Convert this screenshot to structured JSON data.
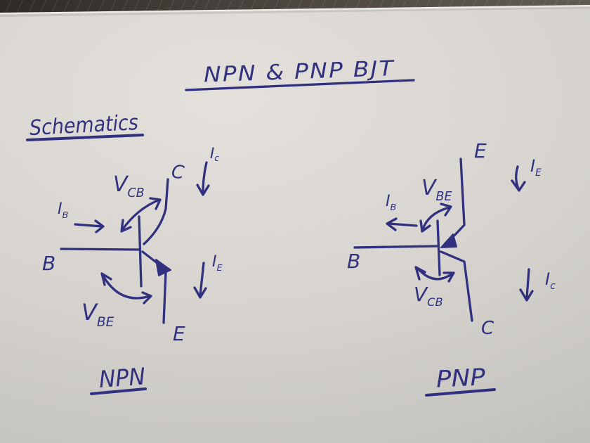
{
  "title": "NPN & PNP  BJT",
  "section_label": "Schematics",
  "colors": {
    "ink": "#31317f",
    "paper": "#d3d1cb",
    "table_edge": "#453f39"
  },
  "npn": {
    "caption": "NPN",
    "terminals": {
      "b": "B",
      "c": "C",
      "e": "E"
    },
    "currents": {
      "ib": {
        "sym": "I",
        "sub": "B"
      },
      "ic": {
        "sym": "I",
        "sub": "c"
      },
      "ie": {
        "sym": "I",
        "sub": "E"
      }
    },
    "voltages": {
      "vcb": {
        "sym": "V",
        "sub": "CB"
      },
      "vbe": {
        "sym": "V",
        "sub": "BE"
      }
    }
  },
  "pnp": {
    "caption": "PNP",
    "terminals": {
      "b": "B",
      "c": "C",
      "e": "E"
    },
    "currents": {
      "ib": {
        "sym": "I",
        "sub": "B"
      },
      "ic": {
        "sym": "I",
        "sub": "c"
      },
      "ie": {
        "sym": "I",
        "sub": "E"
      }
    },
    "voltages": {
      "vcb": {
        "sym": "V",
        "sub": "CB"
      },
      "vbe": {
        "sym": "V",
        "sub": "BE"
      }
    }
  }
}
